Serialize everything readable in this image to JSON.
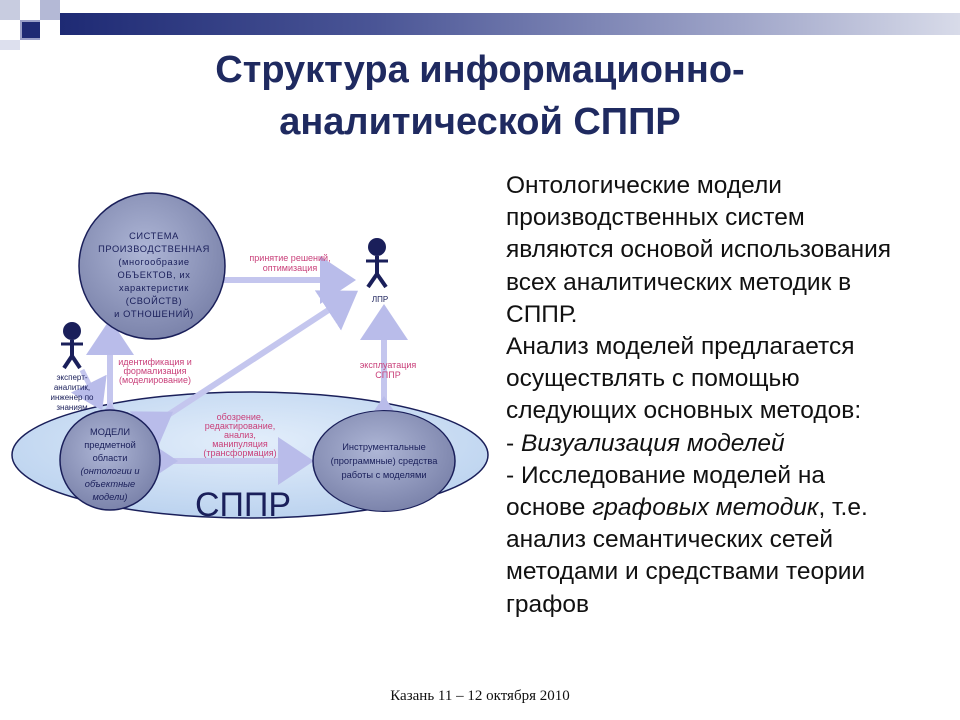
{
  "title": {
    "line1": "Структура информационно-",
    "line2": "аналитической СППР"
  },
  "diagram": {
    "system_circle": [
      "СИСТЕМА",
      "ПРОИЗВОДСТВЕННАЯ",
      "(многообразие",
      "ОБЪЕКТОВ, их",
      "характеристик",
      "(СВОЙСТВ)",
      "и ОТНОШЕНИЙ)"
    ],
    "models_circle": [
      "МОДЕЛИ",
      "предметной",
      "области",
      "(онтологии и",
      "объектные",
      "модели)"
    ],
    "tools_circle": [
      "Инструментальные",
      "(программные) средства",
      "работы с моделями"
    ],
    "sppr_label": "СППР",
    "lpr_label": "ЛПР",
    "expert_label": [
      "эксперт-",
      "аналитик,",
      "инженер по",
      "знаниям"
    ],
    "arrow_decisions": [
      "принятие решений,",
      "оптимизация"
    ],
    "arrow_identification": [
      "идентификация и",
      "формализация",
      "(моделирование)"
    ],
    "arrow_exploitation": [
      "эксплуатация",
      "СППР"
    ],
    "arrow_review": [
      "обозрение,",
      "редактирование,",
      "анализ,",
      "манипуляция",
      "(трансформация)"
    ]
  },
  "body": {
    "lines": [
      [
        "Онтологические модели",
        ""
      ],
      [
        "производственных систем",
        ""
      ],
      [
        "являются основой использования",
        ""
      ],
      [
        "всех аналитических методик в",
        ""
      ],
      [
        "СППР.",
        ""
      ],
      [
        "Анализ моделей предлагается",
        ""
      ],
      [
        "осуществлять с помощью",
        ""
      ],
      [
        "следующих основных методов:",
        ""
      ]
    ],
    "item1_prefix": "- ",
    "item1_italic": "Визуализация моделей",
    "item2_line1": "- Исследование моделей на",
    "item2_pre": "основе ",
    "item2_italic": "графовых методик",
    "item2_post": ", т.е.",
    "item2_line3": "анализ семантических сетей",
    "item2_line4": "методами и средствами теории",
    "item2_line5": "графов"
  },
  "footer": "Казань   11 – 12 октября 2010",
  "colors": {
    "title": "#1f2a60",
    "circle_dark": "#8a94b8",
    "ellipse_light": "#cfe1f6",
    "arrow": "#c4c6ee",
    "label_pink": "#c9407a",
    "navy": "#1a1f5a"
  }
}
